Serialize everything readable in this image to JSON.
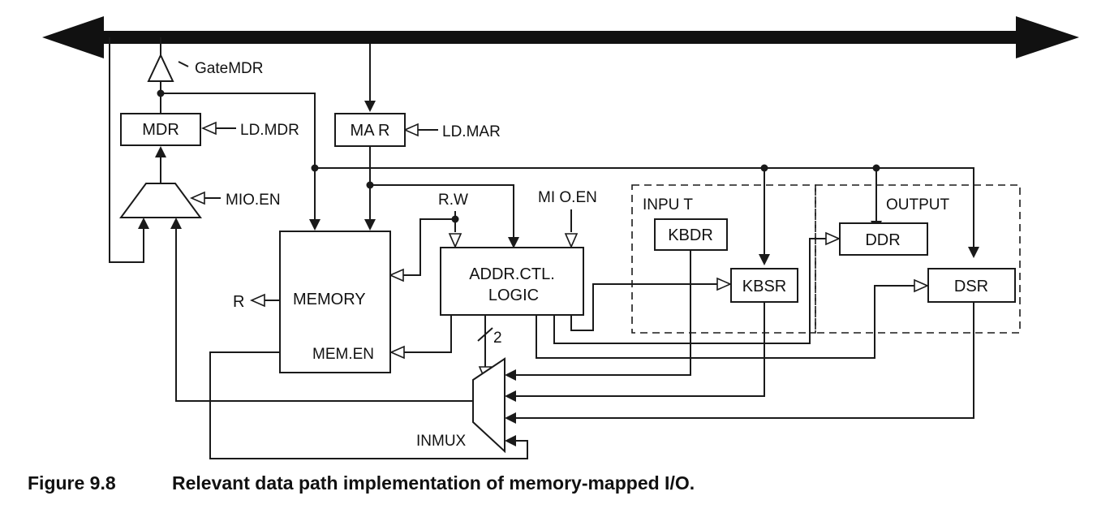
{
  "labels": {
    "gate_mdr": "GateMDR",
    "mdr": "MDR",
    "ld_mdr": "LD.MDR",
    "mar": "MA R",
    "ld_mar": "LD.MAR",
    "mio_en_mux": "MIO.EN",
    "rw": "R.W",
    "mio_en_ctl": "MI O.EN",
    "memory": "MEMORY",
    "r": "R",
    "mem_en": "MEM.EN",
    "addr_ctl_1": "ADDR.CTL.",
    "addr_ctl_2": "LOGIC",
    "bus_width": "2",
    "inmux": "INMUX",
    "input": "INPU T",
    "output": "OUTPUT",
    "kbdr": "KBDR",
    "kbsr": "KBSR",
    "ddr": "DDR",
    "dsr": "DSR"
  },
  "caption": {
    "number": "Figure 9.8",
    "text": "Relevant data path implementation of memory-mapped I/O."
  }
}
